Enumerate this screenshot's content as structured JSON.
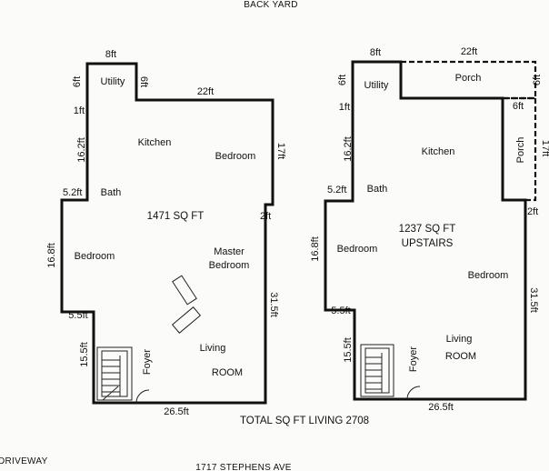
{
  "header": {
    "back_yard": "BACK YARD"
  },
  "footer": {
    "total": "TOTAL SQ FT LIVING 2708",
    "driveway": "DRIVEWAY",
    "address": "1717 STEPHENS AVE"
  },
  "left_plan": {
    "area": "1471 SQ FT",
    "rooms": {
      "utility": "Utility",
      "kitchen": "Kitchen",
      "bedroom_top": "Bedroom",
      "bath": "Bath",
      "bedroom_left": "Bedroom",
      "master": "Master",
      "master_bedroom": "Bedroom",
      "living": "Living",
      "room": "ROOM",
      "foyer": "Foyer"
    },
    "dims": {
      "top_8": "8ft",
      "left_6": "6ft",
      "inner_6": "6ft",
      "top_22": "22ft",
      "left_1": "1ft",
      "left_16_2": "16.2ft",
      "right_17": "17ft",
      "left_5_2": "5.2ft",
      "right_2": "2ft",
      "left_16_8": "16.8ft",
      "left_5_5": "5.5ft",
      "right_31_5": "31.5ft",
      "left_15_5": "15.5ft",
      "bottom_26_5": "26.5ft"
    }
  },
  "right_plan": {
    "area": "1237 SQ FT",
    "area_sub": "UPSTAIRS",
    "rooms": {
      "utility": "Utility",
      "porch_top": "Porch",
      "porch_side": "Porch",
      "kitchen": "Kitchen",
      "bath": "Bath",
      "bedroom_left": "Bedroom",
      "bedroom_right": "Bedroom",
      "living": "Living",
      "room": "ROOM",
      "foyer": "Foyer"
    },
    "dims": {
      "top_8": "8ft",
      "top_22": "22ft",
      "left_6": "6ft",
      "right_6": "6ft",
      "porch_6": "6ft",
      "porch_17": "17ft",
      "left_1": "1ft",
      "left_16_2": "16.2ft",
      "left_5_2": "5.2ft",
      "right_2": "2ft",
      "left_16_8": "16.8ft",
      "left_5_5": "5.5ft",
      "right_31_5": "31.5ft",
      "left_15_5": "15.5ft",
      "bottom_26_5": "26.5ft"
    }
  }
}
